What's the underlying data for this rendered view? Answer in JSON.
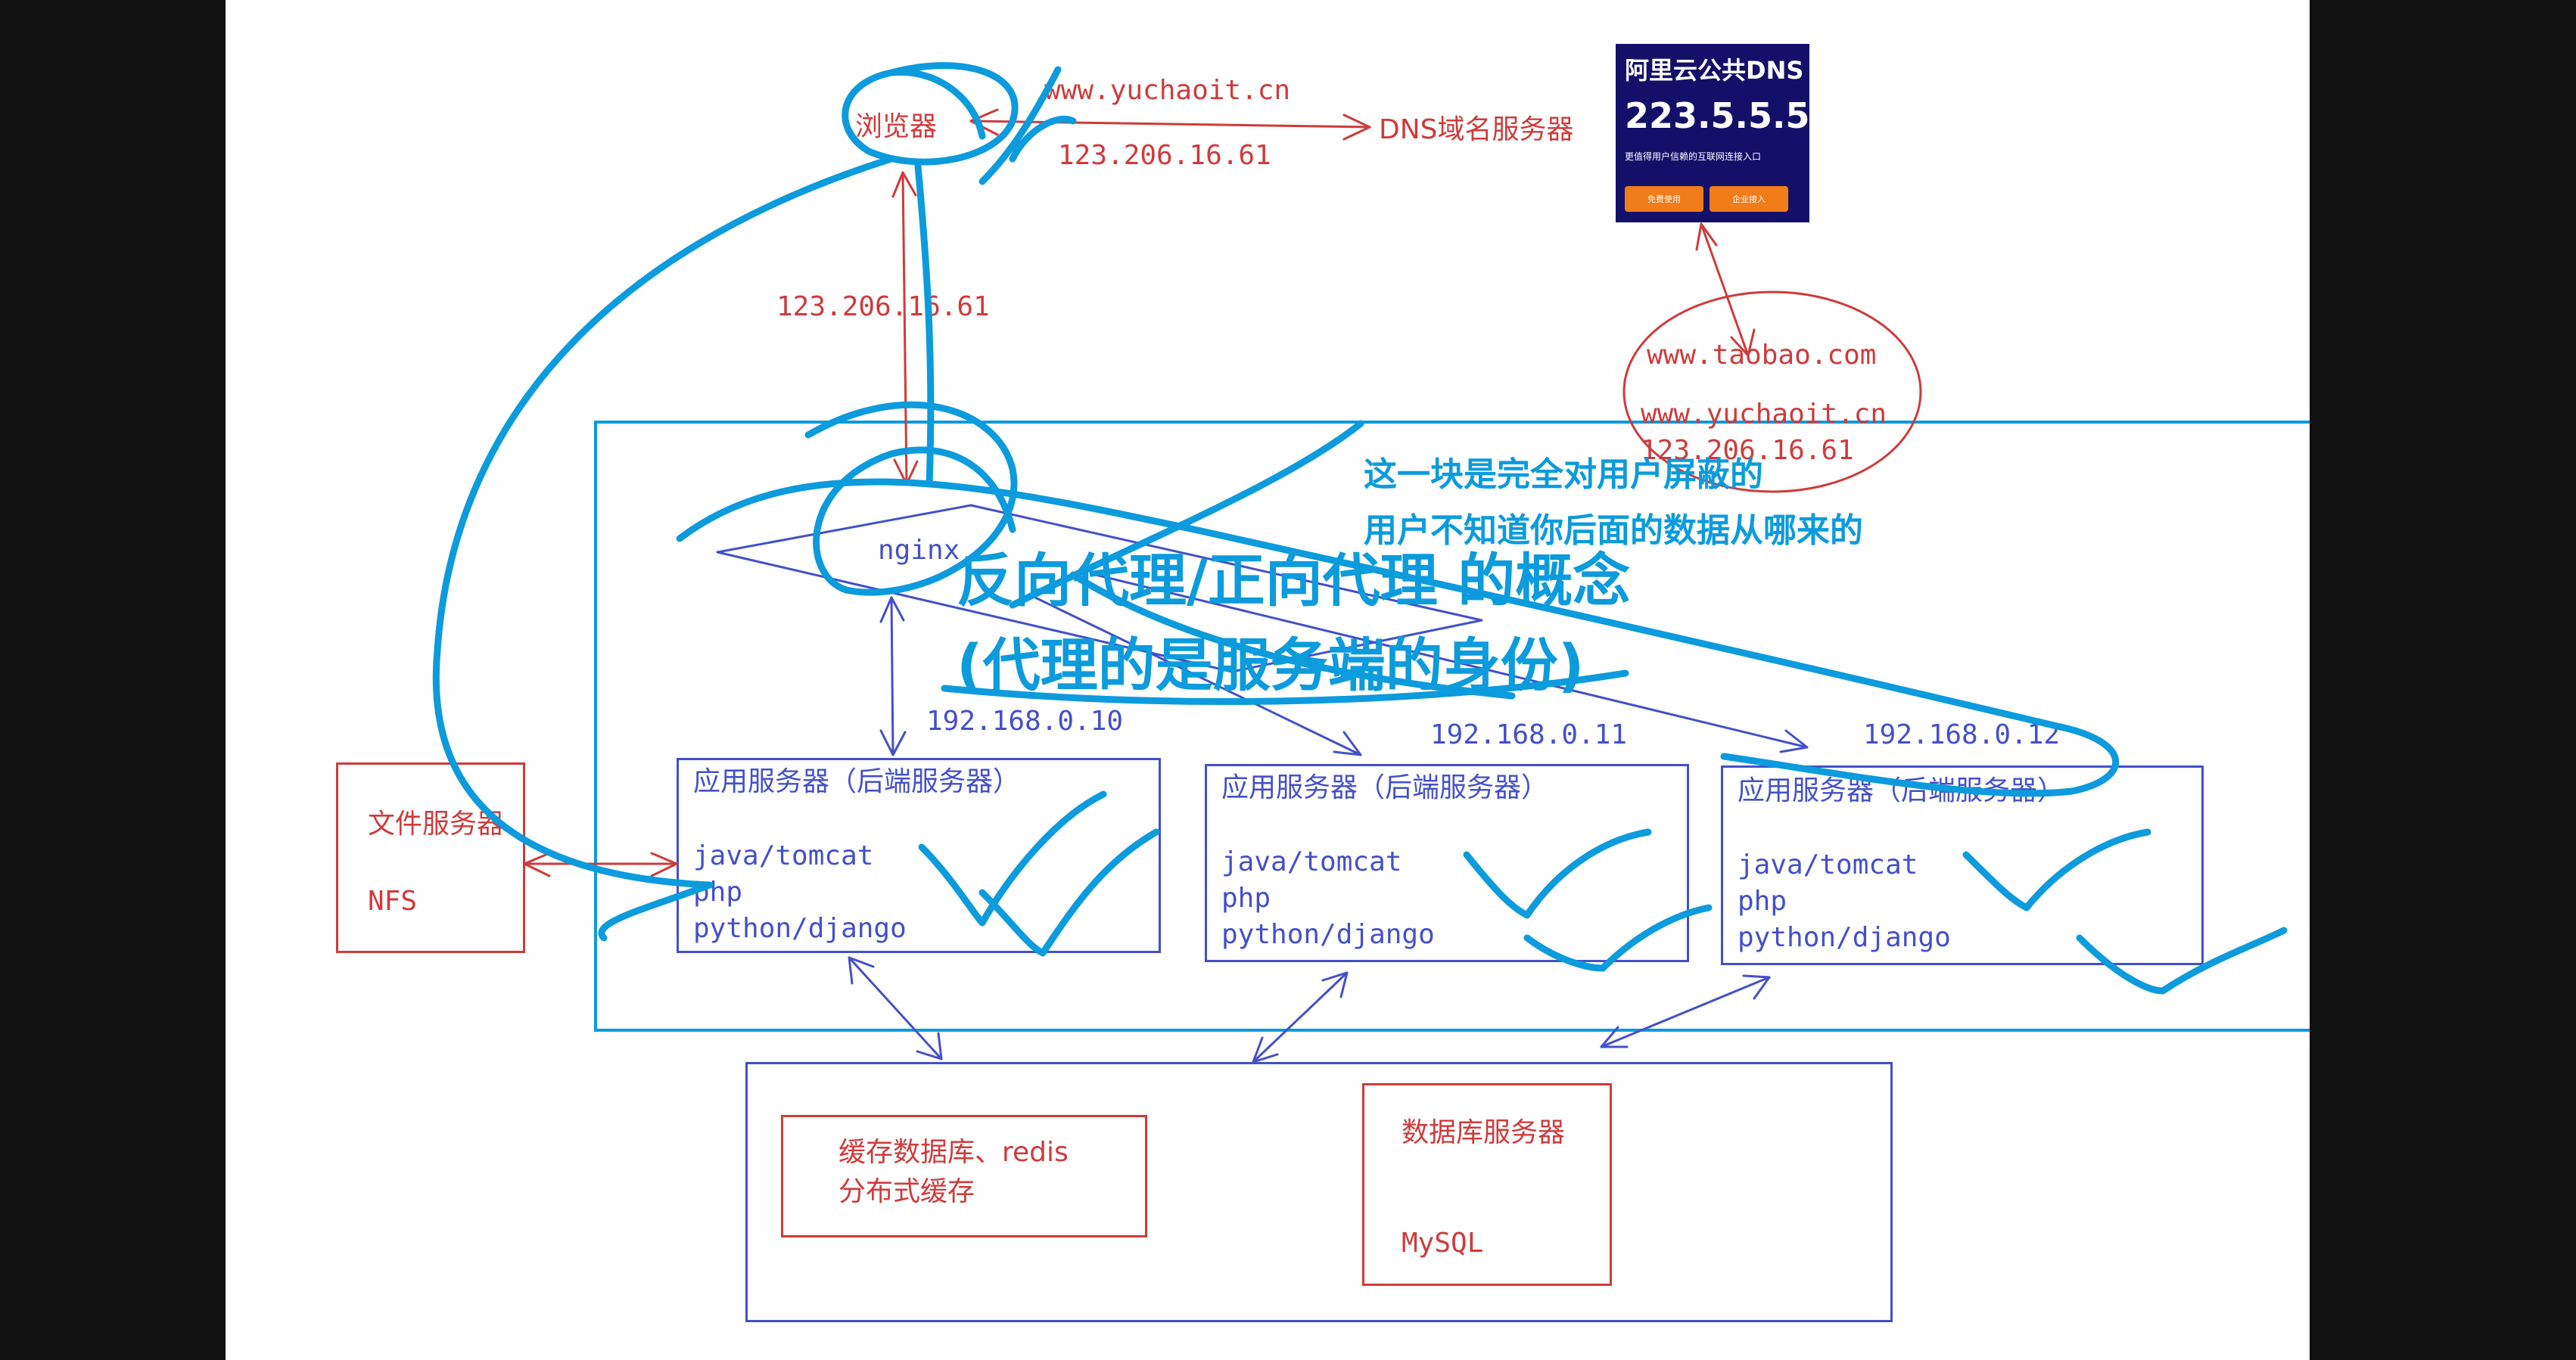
{
  "browser": {
    "label": "浏览器",
    "domain": "www.yuchaoit.cn",
    "resolved_ip": "123.206.16.61"
  },
  "dns_server": {
    "label": "DNS域名服务器"
  },
  "dns_ad": {
    "title": "阿里云公共DNS",
    "ip": "223.5.5.5",
    "subtitle": "更值得用户信赖的互联网连接入口",
    "btn1": "免费使用",
    "btn2": "企业接入"
  },
  "dns_records": {
    "line1": "www.taobao.com",
    "line2": "www.yuchaoit.cn",
    "line3": "123.206.16.61"
  },
  "proxy_ip": "123.206.16.61",
  "nginx": {
    "label": "nginx"
  },
  "annotations": {
    "hidden_line1": "这一块是完全对用户屏蔽的",
    "hidden_line2": "用户不知道你后面的数据从哪来的",
    "concept_title": "反向代理/正向代理 的概念",
    "concept_sub": "(代理的是服务端的身份)"
  },
  "app_servers": [
    {
      "ip": "192.168.0.10",
      "title": "应用服务器（后端服务器）",
      "lines": [
        "java/tomcat",
        "php",
        "python/django"
      ]
    },
    {
      "ip": "192.168.0.11",
      "title": "应用服务器（后端服务器）",
      "lines": [
        "java/tomcat",
        "php",
        "python/django"
      ]
    },
    {
      "ip": "192.168.0.12",
      "title": "应用服务器（后端服务器）",
      "lines": [
        "java/tomcat",
        "php",
        "python/django"
      ]
    }
  ],
  "file_server": {
    "title": "文件服务器",
    "type": "NFS"
  },
  "cache_db": {
    "line1": "缓存数据库、redis",
    "line2": "分布式缓存"
  },
  "db_server": {
    "title": "数据库服务器",
    "type": "MySQL"
  },
  "colors": {
    "red": "#cf3b3b",
    "blue": "#4450c8",
    "cyan": "#0c9bdc",
    "navy": "#14106a",
    "orange": "#f07c1a"
  }
}
